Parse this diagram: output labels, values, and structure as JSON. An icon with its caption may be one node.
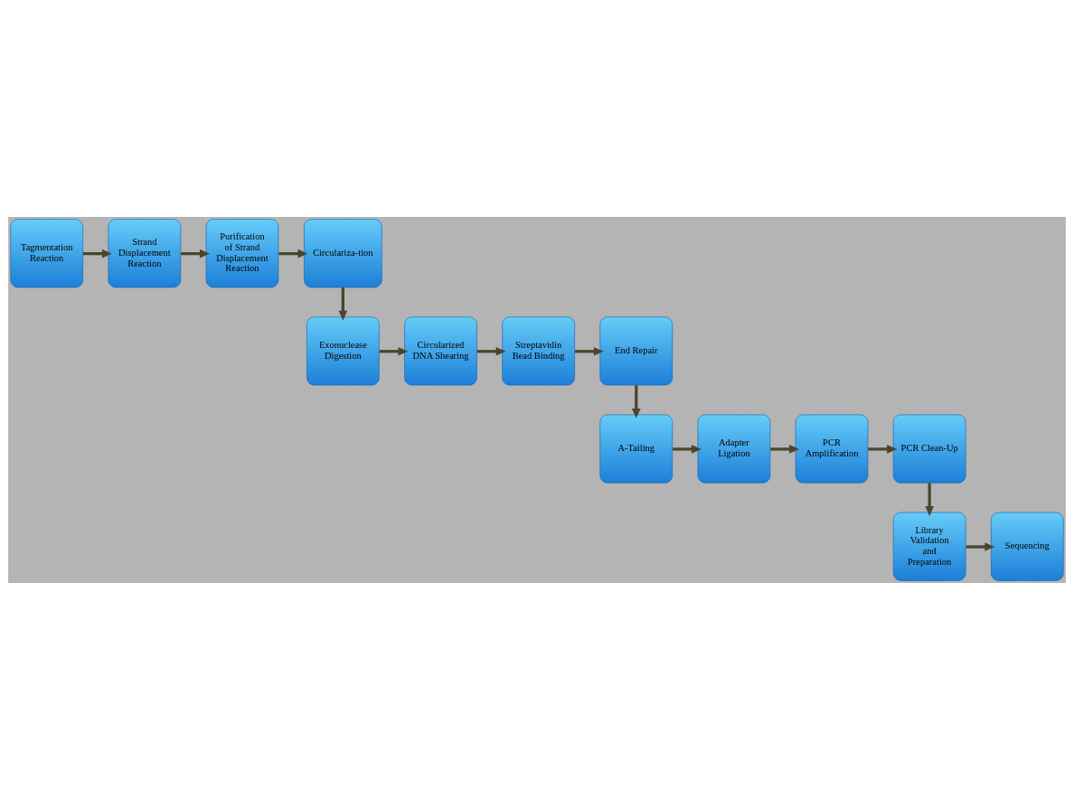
{
  "diagram": {
    "nodes": [
      {
        "text": [
          "Tagmentation Reaction"
        ]
      },
      {
        "text": [
          "Strand Displacement Reaction"
        ]
      },
      {
        "text": [
          "Purification of Strand Displacement Reaction"
        ]
      },
      {
        "text": [
          "Circulariza-tion"
        ]
      },
      {
        "text": [
          "Exonuclease Digestion"
        ]
      },
      {
        "text": [
          "Circularized DNA Shearing"
        ]
      },
      {
        "text": [
          "Streptavidin Bead Binding"
        ]
      },
      {
        "text": [
          "End Repair"
        ]
      },
      {
        "text": [
          "A-Tailing"
        ]
      },
      {
        "text": [
          "Adapter Ligation"
        ]
      },
      {
        "text": [
          "PCR Amplification"
        ]
      },
      {
        "text": [
          "PCR Clean-Up"
        ]
      },
      {
        "text": [
          "Library Validation and Preparation"
        ]
      },
      {
        "text": [
          "Sequencing"
        ]
      }
    ],
    "edges": [
      {
        "from": 0,
        "to": 1,
        "arrow": "to"
      },
      {
        "from": 1,
        "to": 2,
        "arrow": "to"
      },
      {
        "from": 2,
        "to": 3,
        "arrow": "to"
      },
      {
        "from": 3,
        "to": 4,
        "arrow": "to"
      },
      {
        "from": 4,
        "to": 5,
        "arrow": "to"
      },
      {
        "from": 5,
        "to": 6,
        "arrow": "to"
      },
      {
        "from": 6,
        "to": 7,
        "arrow": "to"
      },
      {
        "from": 7,
        "to": 8,
        "arrow": "to"
      },
      {
        "from": 8,
        "to": 9,
        "arrow": "to"
      },
      {
        "from": 9,
        "to": 10,
        "arrow": "to"
      },
      {
        "from": 10,
        "to": 11,
        "arrow": "to"
      },
      {
        "from": 11,
        "to": 12,
        "arrow": "to"
      },
      {
        "from": 12,
        "to": 13,
        "arrow": "to"
      }
    ]
  }
}
